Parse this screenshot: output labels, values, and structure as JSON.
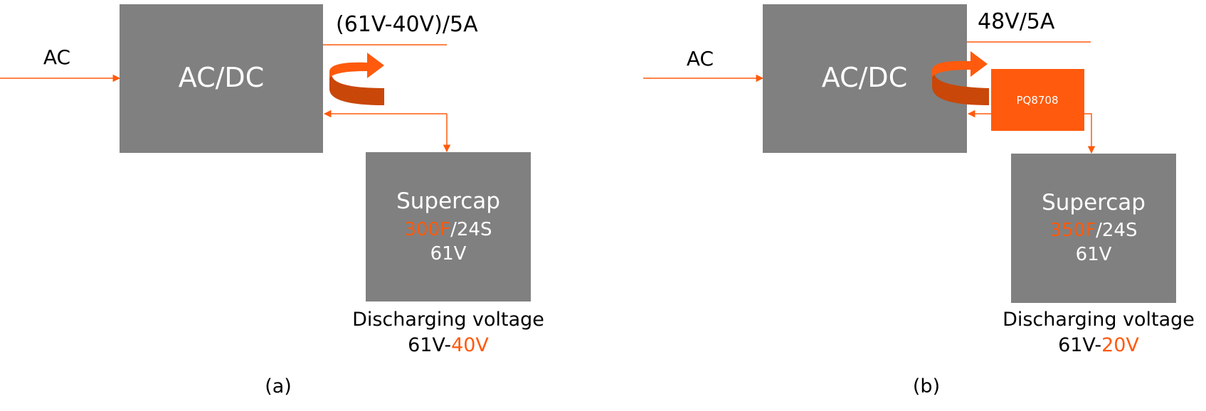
{
  "colors": {
    "box": "#808080",
    "accent": "#ff5a0d",
    "accent_dark": "#c94708",
    "text": "#000000",
    "text_light": "#ffffff"
  },
  "panel_a": {
    "input_label": "AC",
    "converter_label": "AC/DC",
    "output_label": "(61V-40V)/5A",
    "supercap": {
      "title": "Supercap",
      "capacity": "300F",
      "cells": "/24S",
      "voltage": "61V"
    },
    "discharge_caption": "Discharging voltage",
    "discharge_start": "61V-",
    "discharge_end": "40V",
    "caption": "(a)"
  },
  "panel_b": {
    "input_label": "AC",
    "converter_label": "AC/DC",
    "output_label": "48V/5A",
    "regulator_label": "PQ8708",
    "supercap": {
      "title": "Supercap",
      "capacity": "350F",
      "cells": "/24S",
      "voltage": "61V"
    },
    "discharge_caption": "Discharging voltage",
    "discharge_start": "61V-",
    "discharge_end": "20V",
    "caption": "(b)"
  }
}
